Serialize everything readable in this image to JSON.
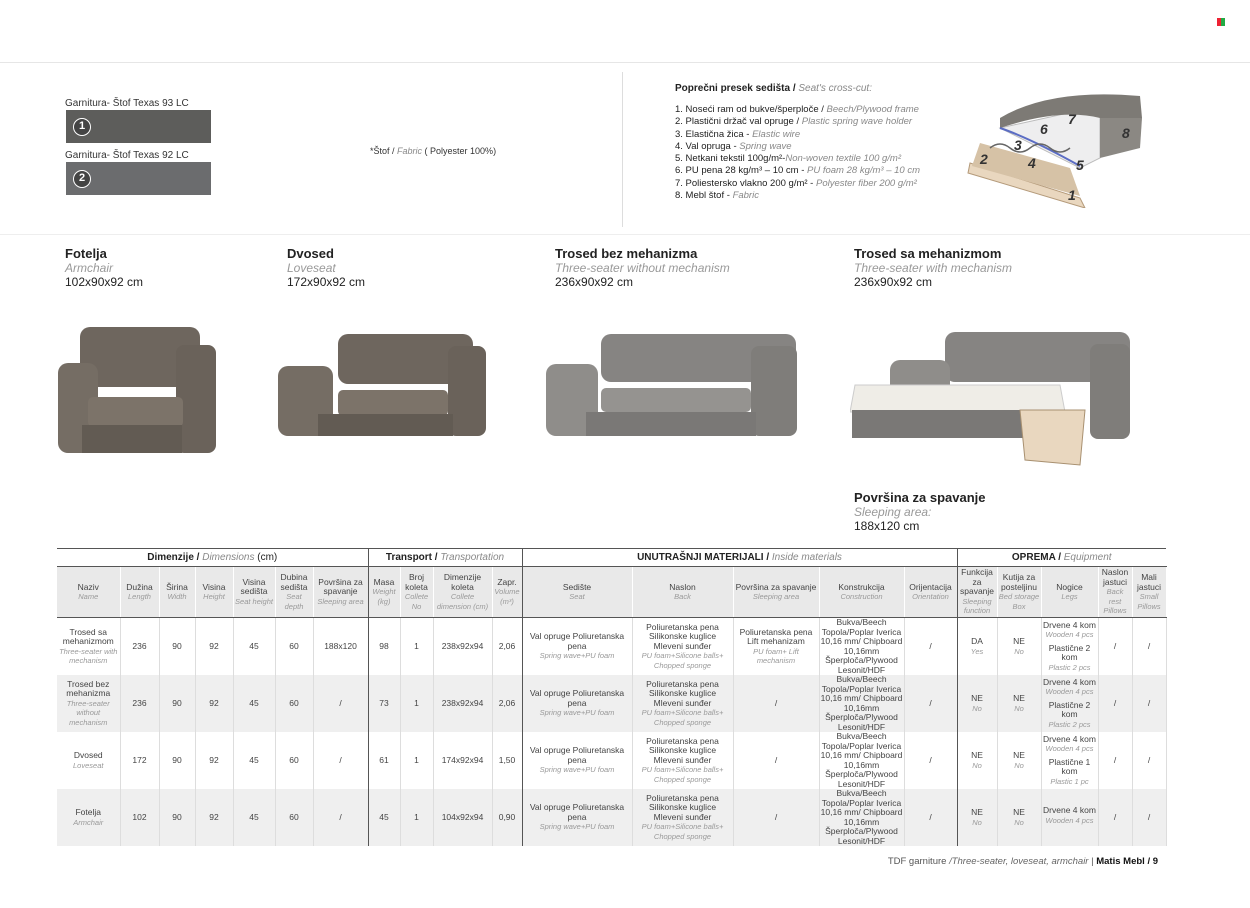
{
  "fabrics": [
    {
      "label": "Garnitura- Štof Texas 93 LC",
      "num": "1"
    },
    {
      "label": "Garnitura- Štof Texas 92 LC",
      "num": "2"
    }
  ],
  "fabric_note": {
    "prefix": "*Štof / ",
    "en": "Fabric",
    "suffix": " ( Polyester 100%)"
  },
  "cross_section": {
    "title": "Poprečni presek sedišta / ",
    "title_en": "Seat's cross-cut:",
    "items": [
      {
        "sr": "1. Noseći ram od bukve/šperploče / ",
        "en": "Beech/Plywood frame"
      },
      {
        "sr": "2. Plastični držač val opruge / ",
        "en": "Plastic spring wave holder"
      },
      {
        "sr": "3. Elastična žica - ",
        "en": "Elastic wire"
      },
      {
        "sr": "4. Val opruga - ",
        "en": "Spring wave"
      },
      {
        "sr": "5. Netkani tekstil 100g/m²-",
        "en": "Non-woven textile 100 g/m²"
      },
      {
        "sr": "6. PU pena 28 kg/m³ – 10 cm - ",
        "en": "PU foam 28 kg/m³ – 10 cm"
      },
      {
        "sr": "7. Poliestersko vlakno 200 g/m² - ",
        "en": "Polyester fiber 200 g/m²"
      },
      {
        "sr": "8. Mebl štof - ",
        "en": "Fabric"
      }
    ],
    "labels": [
      "1",
      "2",
      "3",
      "4",
      "5",
      "6",
      "7",
      "8"
    ]
  },
  "products": [
    {
      "name": "Fotelja",
      "en": "Armchair",
      "dim": "102x90x92 cm"
    },
    {
      "name": "Dvosed",
      "en": "Loveseat",
      "dim": "172x90x92 cm"
    },
    {
      "name": "Trosed bez mehanizma",
      "en": "Three-seater without mechanism",
      "dim": "236x90x92 cm"
    },
    {
      "name": "Trosed sa mehanizmom",
      "en": "Three-seater with mechanism",
      "dim": "236x90x92 cm"
    }
  ],
  "sleeping_area": {
    "name": "Površina za spavanje",
    "en": "Sleeping area:",
    "dim": "188x120 cm"
  },
  "table": {
    "groups": [
      {
        "sr": "Dimenzije / ",
        "en": "Dimensions",
        "extra": " (cm)"
      },
      {
        "sr": "Transport / ",
        "en": "Transportation",
        "extra": ""
      },
      {
        "sr": "UNUTRAŠNJI MATERIJALI / ",
        "en": "Inside materials",
        "extra": ""
      },
      {
        "sr": "OPREMA / ",
        "en": "Equipment",
        "extra": ""
      }
    ],
    "columns": [
      {
        "sr": "Naziv",
        "en": "Name"
      },
      {
        "sr": "Dužina",
        "en": "Length"
      },
      {
        "sr": "Širina",
        "en": "Width"
      },
      {
        "sr": "Visina",
        "en": "Height"
      },
      {
        "sr": "Visina sedišta",
        "en": "Seat height"
      },
      {
        "sr": "Dubina sedišta",
        "en": "Seat depth"
      },
      {
        "sr": "Površina za spavanje",
        "en": "Sleeping area"
      },
      {
        "sr": "Masa",
        "en": "Weight (kg)"
      },
      {
        "sr": "Broj koleta",
        "en": "Collete No"
      },
      {
        "sr": "Dimenzije koleta",
        "en": "Collete dimension (cm)"
      },
      {
        "sr": "Zapr.",
        "en": "Volume (m³)"
      },
      {
        "sr": "Sedište",
        "en": "Seat"
      },
      {
        "sr": "Naslon",
        "en": "Back"
      },
      {
        "sr": "Površina za spavanje",
        "en": "Sleeping area"
      },
      {
        "sr": "Konstrukcija",
        "en": "Construction"
      },
      {
        "sr": "Orijentacija",
        "en": "Orientation"
      },
      {
        "sr": "Funkcija za spavanje",
        "en": "Sleeping function"
      },
      {
        "sr": "Kutija za posteljinu",
        "en": "Bed storage Box"
      },
      {
        "sr": "Nogice",
        "en": "Legs"
      },
      {
        "sr": "Naslon jastuci",
        "en": "Back rest Pillows"
      },
      {
        "sr": "Mali jastuci",
        "en": "Small Pillows"
      }
    ],
    "rows": [
      {
        "name": "Trosed sa mehanizmom",
        "name_en": "Three-seater with mechanism",
        "length": "236",
        "width": "90",
        "height": "92",
        "seat_h": "45",
        "seat_d": "60",
        "sleep": "188x120",
        "mass": "98",
        "colete": "1",
        "colete_dim": "238x92x94",
        "volume": "2,06",
        "seat": "Val opruge Poliuretanska pena",
        "seat_en": "Spring wave+PU foam",
        "back": "Poliuretanska pena Silikonske kuglice Mleveni sunđer",
        "back_en": "PU foam+Silicone balls+ Chopped sponge",
        "sleep_mat": "Poliuretanska pena Lift mehanizam",
        "sleep_mat_en": "PU foam+ Lift mechanism",
        "construction": "Bukva/Beech Topola/Poplar Iverica 10,16 mm/ Chipboard 10,16mm Šperploča/Plywood Lesonit/HDF",
        "orientation": "/",
        "func": "DA",
        "func_en": "Yes",
        "box": "NE",
        "box_en": "No",
        "legs": "Drvene 4 kom",
        "legs_en": "Wooden 4 pcs",
        "legs2": "Plastične 2 kom",
        "legs2_en": "Plastic 2 pcs",
        "back_pillows": "/",
        "small_pillows": "/"
      },
      {
        "name": "Trosed bez mehanizma",
        "name_en": "Three-seater without mechanism",
        "length": "236",
        "width": "90",
        "height": "92",
        "seat_h": "45",
        "seat_d": "60",
        "sleep": "/",
        "mass": "73",
        "colete": "1",
        "colete_dim": "238x92x94",
        "volume": "2,06",
        "seat": "Val opruge Poliuretanska pena",
        "seat_en": "Spring wave+PU foam",
        "back": "Poliuretanska pena Silikonske kuglice Mleveni sunđer",
        "back_en": "PU foam+Silicone balls+ Chopped sponge",
        "sleep_mat": "/",
        "sleep_mat_en": "",
        "construction": "Bukva/Beech Topola/Poplar Iverica 10,16 mm/ Chipboard 10,16mm Šperploča/Plywood Lesonit/HDF",
        "orientation": "/",
        "func": "NE",
        "func_en": "No",
        "box": "NE",
        "box_en": "No",
        "legs": "Drvene 4 kom",
        "legs_en": "Wooden 4 pcs",
        "legs2": "Plastične 2 kom",
        "legs2_en": "Plastic 2 pcs",
        "back_pillows": "/",
        "small_pillows": "/"
      },
      {
        "name": "Dvosed",
        "name_en": "Loveseat",
        "length": "172",
        "width": "90",
        "height": "92",
        "seat_h": "45",
        "seat_d": "60",
        "sleep": "/",
        "mass": "61",
        "colete": "1",
        "colete_dim": "174x92x94",
        "volume": "1,50",
        "seat": "Val opruge Poliuretanska pena",
        "seat_en": "Spring wave+PU foam",
        "back": "Poliuretanska pena Silikonske kuglice Mleveni sunđer",
        "back_en": "PU foam+Silicone balls+ Chopped sponge",
        "sleep_mat": "/",
        "sleep_mat_en": "",
        "construction": "Bukva/Beech Topola/Poplar Iverica 10,16 mm/ Chipboard 10,16mm Šperploča/Plywood Lesonit/HDF",
        "orientation": "/",
        "func": "NE",
        "func_en": "No",
        "box": "NE",
        "box_en": "No",
        "legs": "Drvene 4 kom",
        "legs_en": "Wooden 4 pcs",
        "legs2": "Plastične 1 kom",
        "legs2_en": "Plastic 1 pc",
        "back_pillows": "/",
        "small_pillows": "/"
      },
      {
        "name": "Fotelja",
        "name_en": "Armchair",
        "length": "102",
        "width": "90",
        "height": "92",
        "seat_h": "45",
        "seat_d": "60",
        "sleep": "/",
        "mass": "45",
        "colete": "1",
        "colete_dim": "104x92x94",
        "volume": "0,90",
        "seat": "Val opruge Poliuretanska pena",
        "seat_en": "Spring wave+PU foam",
        "back": "Poliuretanska pena Silikonske kuglice Mleveni sunđer",
        "back_en": "PU foam+Silicone balls+ Chopped sponge",
        "sleep_mat": "/",
        "sleep_mat_en": "",
        "construction": "Bukva/Beech Topola/Poplar Iverica 10,16 mm/ Chipboard 10,16mm Šperploča/Plywood Lesonit/HDF",
        "orientation": "/",
        "func": "NE",
        "func_en": "No",
        "box": "NE",
        "box_en": "No",
        "legs": "Drvene 4 kom",
        "legs_en": "Wooden 4 pcs",
        "legs2": "",
        "legs2_en": "",
        "back_pillows": "/",
        "small_pillows": "/"
      }
    ]
  },
  "footer": {
    "text": "TDF garniture ",
    "en": "/Three-seater, loveseat, armchair",
    "brand": "Matis Mebl",
    "page": "/ 9"
  }
}
